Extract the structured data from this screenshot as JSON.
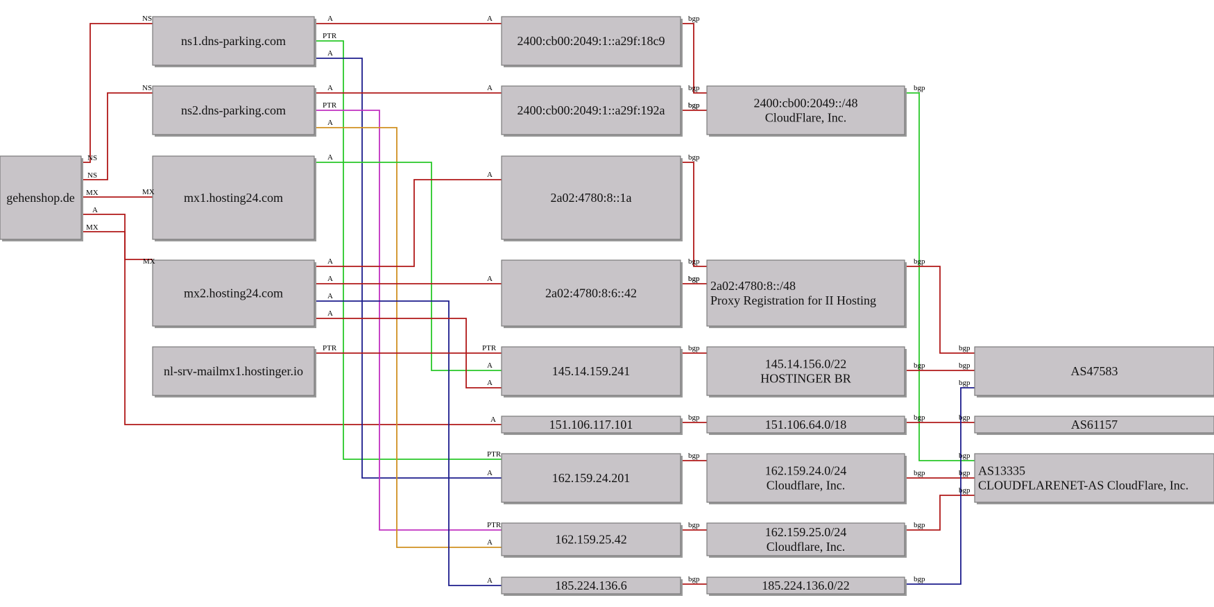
{
  "colors": {
    "red": "#b01818",
    "green": "#28c828",
    "navy": "#1c1c8c",
    "magenta": "#c030c0",
    "orange": "#d09020",
    "node_fill": "#c8c4c8"
  },
  "nodes": {
    "root": [
      "gehenshop.de"
    ],
    "ns1": [
      "ns1.dns-parking.com"
    ],
    "ns2": [
      "ns2.dns-parking.com"
    ],
    "mx1": [
      "mx1.hosting24.com"
    ],
    "mx2": [
      "mx2.hosting24.com"
    ],
    "nlsrv": [
      "nl-srv-mailmx1.hostinger.io"
    ],
    "ip6a": [
      "2400:cb00:2049:1::a29f:18c9"
    ],
    "ip6b": [
      "2400:cb00:2049:1::a29f:192a"
    ],
    "ip6c": [
      "2a02:4780:8::1a"
    ],
    "ip6d": [
      "2a02:4780:8:6::42"
    ],
    "ip145": [
      "145.14.159.241"
    ],
    "ip151": [
      "151.106.117.101"
    ],
    "ip162a": [
      "162.159.24.201"
    ],
    "ip162b": [
      "162.159.25.42"
    ],
    "ip185": [
      "185.224.136.6"
    ],
    "pfx1": [
      "2400:cb00:2049::/48",
      "CloudFlare, Inc."
    ],
    "pfx2": [
      "2a02:4780:8::/48",
      "Proxy Registration for II Hosting"
    ],
    "pfx3": [
      "145.14.156.0/22",
      "HOSTINGER BR"
    ],
    "pfx4": [
      "151.106.64.0/18"
    ],
    "pfx5": [
      "162.159.24.0/24",
      "Cloudflare, Inc."
    ],
    "pfx6": [
      "162.159.25.0/24",
      "Cloudflare, Inc."
    ],
    "pfx7": [
      "185.224.136.0/22"
    ],
    "as1": [
      "AS47583"
    ],
    "as2": [
      "AS61157"
    ],
    "as3": [
      "AS13335",
      "CLOUDFLARENET-AS CloudFlare, Inc."
    ]
  },
  "edges": [
    {
      "from": "root",
      "to": "ns1",
      "color": "red",
      "tail": "NS",
      "head": "NS"
    },
    {
      "from": "root",
      "to": "ns2",
      "color": "red",
      "tail": "NS",
      "head": "NS"
    },
    {
      "from": "root",
      "to": "mx1",
      "color": "red",
      "tail": "MX",
      "head": "MX"
    },
    {
      "from": "root",
      "to": "ip151",
      "color": "red",
      "tail": "A",
      "head": "A"
    },
    {
      "from": "root",
      "to": "mx2",
      "color": "red",
      "tail": "MX",
      "head": "MX"
    },
    {
      "from": "ns1",
      "to": "ip6a",
      "color": "red",
      "tail": "A",
      "head": "A"
    },
    {
      "from": "ns1",
      "to": "ip162a",
      "color": "green",
      "tail": "PTR",
      "head": "PTR"
    },
    {
      "from": "ns1",
      "to": "ip162a",
      "color": "navy",
      "tail": "A",
      "head": "A"
    },
    {
      "from": "ns2",
      "to": "ip6b",
      "color": "red",
      "tail": "A",
      "head": "A"
    },
    {
      "from": "ns2",
      "to": "ip162b",
      "color": "magenta",
      "tail": "PTR",
      "head": "PTR"
    },
    {
      "from": "ns2",
      "to": "ip162b",
      "color": "orange",
      "tail": "A",
      "head": "A"
    },
    {
      "from": "mx1",
      "to": "ip145",
      "color": "green",
      "tail": "A",
      "head": "A"
    },
    {
      "from": "mx2",
      "to": "ip6c",
      "color": "red",
      "tail": "A",
      "head": "A"
    },
    {
      "from": "mx2",
      "to": "ip6d",
      "color": "red",
      "tail": "A",
      "head": "A"
    },
    {
      "from": "mx2",
      "to": "ip185",
      "color": "navy",
      "tail": "A",
      "head": "A"
    },
    {
      "from": "mx2",
      "to": "ip145",
      "color": "red",
      "tail": "A",
      "head": "A"
    },
    {
      "from": "nlsrv",
      "to": "ip145",
      "color": "red",
      "tail": "PTR",
      "head": "PTR"
    },
    {
      "from": "ip6a",
      "to": "pfx1",
      "color": "red",
      "tail": "bgp",
      "head": "bgp"
    },
    {
      "from": "ip6b",
      "to": "pfx1",
      "color": "red",
      "tail": "bgp",
      "head": "bgp"
    },
    {
      "from": "ip6c",
      "to": "pfx2",
      "color": "red",
      "tail": "bgp",
      "head": "bgp"
    },
    {
      "from": "ip6d",
      "to": "pfx2",
      "color": "red",
      "tail": "bgp",
      "head": "bgp"
    },
    {
      "from": "ip145",
      "to": "pfx3",
      "color": "red",
      "tail": "bgp",
      "head": ""
    },
    {
      "from": "ip151",
      "to": "pfx4",
      "color": "red",
      "tail": "bgp",
      "head": ""
    },
    {
      "from": "ip162a",
      "to": "pfx5",
      "color": "red",
      "tail": "bgp",
      "head": ""
    },
    {
      "from": "ip162b",
      "to": "pfx6",
      "color": "red",
      "tail": "bgp",
      "head": ""
    },
    {
      "from": "ip185",
      "to": "pfx7",
      "color": "red",
      "tail": "bgp",
      "head": ""
    },
    {
      "from": "pfx1",
      "to": "as3",
      "color": "green",
      "tail": "bgp",
      "head": "bgp"
    },
    {
      "from": "pfx2",
      "to": "as1",
      "color": "red",
      "tail": "bgp",
      "head": "bgp"
    },
    {
      "from": "pfx3",
      "to": "as1",
      "color": "red",
      "tail": "bgp",
      "head": "bgp"
    },
    {
      "from": "pfx4",
      "to": "as2",
      "color": "red",
      "tail": "bgp",
      "head": "bgp"
    },
    {
      "from": "pfx5",
      "to": "as3",
      "color": "red",
      "tail": "bgp",
      "head": "bgp"
    },
    {
      "from": "pfx6",
      "to": "as3",
      "color": "red",
      "tail": "bgp",
      "head": "bgp"
    },
    {
      "from": "pfx7",
      "to": "as1",
      "color": "navy",
      "tail": "bgp",
      "head": "bgp"
    }
  ]
}
